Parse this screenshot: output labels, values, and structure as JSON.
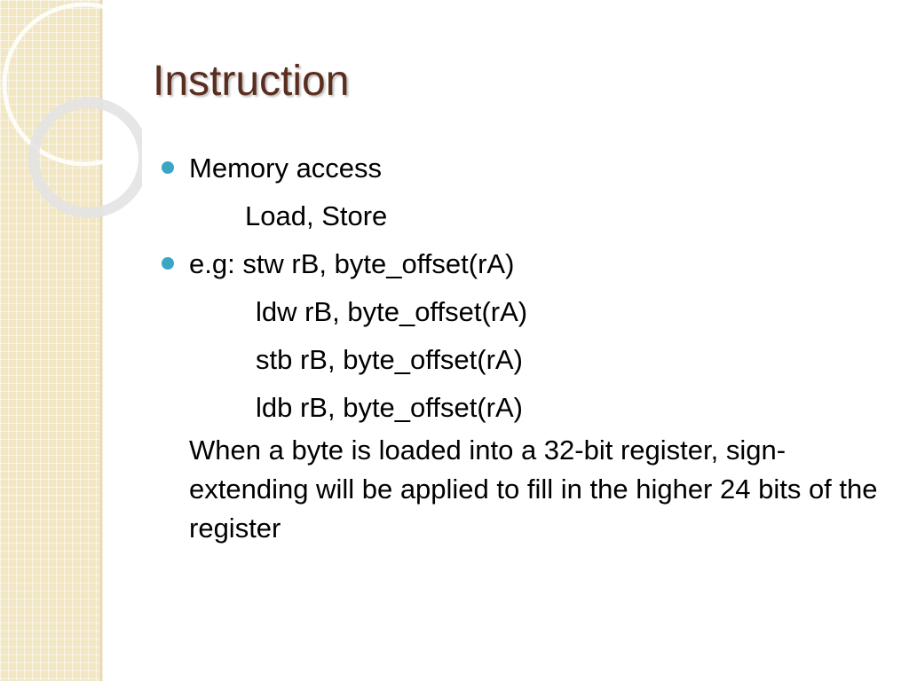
{
  "slide": {
    "title": "Instruction",
    "bullets": [
      {
        "text": "Memory access",
        "sub": [
          "Load, Store"
        ]
      },
      {
        "text": "e.g: stw rB, byte_offset(rA)",
        "sub": [
          "ldw rB, byte_offset(rA)",
          "stb rB, byte_offset(rA)",
          "ldb rB, byte_offset(rA)"
        ]
      }
    ],
    "paragraph": "When a byte is loaded into a 32-bit register, sign-extending will be applied to fill in the higher 24 bits of the register"
  },
  "colors": {
    "title": "#5a2e1f",
    "bullet": "#3aa6c2",
    "side_band": "#f2e6c3"
  }
}
